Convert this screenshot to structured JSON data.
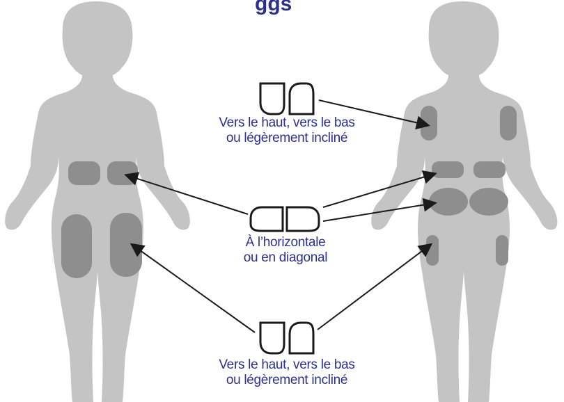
{
  "colors": {
    "body": "#c4c4c4",
    "zone": "#8e8e8e",
    "arrow": "#1a1a1a",
    "text": "#2d2f8f",
    "device_outline": "#1a1a1a"
  },
  "header_fragment": "ggs",
  "figures": [
    "front-view",
    "back-view"
  ],
  "labels": [
    {
      "id": "top",
      "line1": "Vers le haut, vers le bas",
      "line2": "ou légèrement incliné"
    },
    {
      "id": "middle",
      "line1": "À l’horizontale",
      "line2": "ou en diagonal"
    },
    {
      "id": "bottom",
      "line1": "Vers le haut, vers le bas",
      "line2": "ou légèrement incliné"
    }
  ],
  "icons": {
    "vertical_pair": [
      "pod-vertical-open-bottom-icon",
      "pod-vertical-open-top-icon"
    ],
    "horizontal_pair": [
      "pod-horizontal-left-icon",
      "pod-horizontal-right-icon"
    ]
  }
}
